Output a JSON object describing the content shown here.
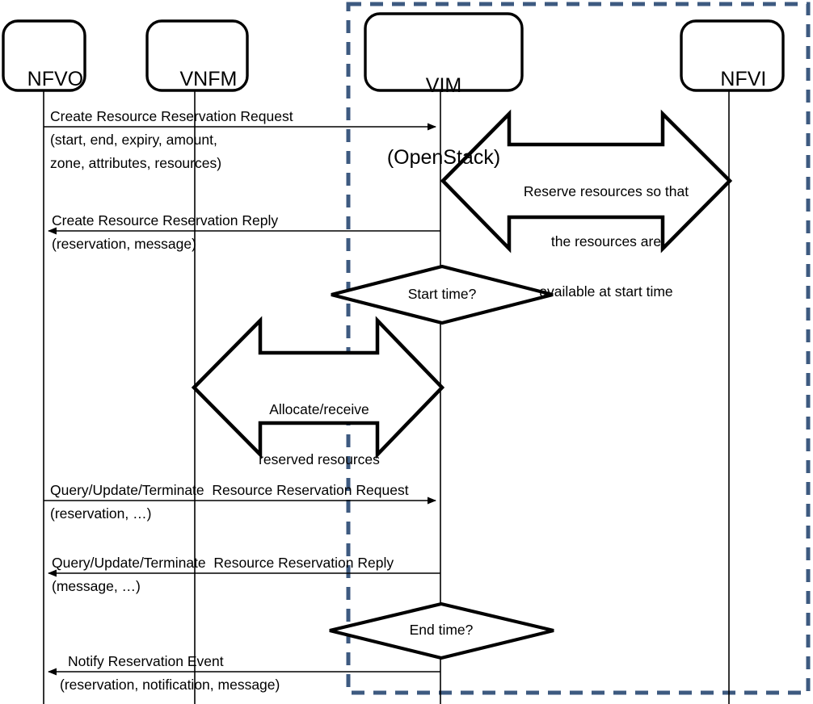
{
  "diagram": {
    "title_text": "",
    "type": "sequence-diagram",
    "colors": {
      "stroke": "#000000",
      "boundary_dash": "#3d5a80",
      "background": "#ffffff",
      "thin_line": "#000000"
    },
    "boundary": {
      "name": "vim-nfvi-boundary",
      "style": "dashed",
      "color": "#3d5a80"
    },
    "actors": [
      {
        "id": "nfvo",
        "line1": "NFVO",
        "line2": ""
      },
      {
        "id": "vnfm",
        "line1": "VNFM",
        "line2": ""
      },
      {
        "id": "vim",
        "line1": "VIM",
        "line2": "(OpenStack)"
      },
      {
        "id": "nfvi",
        "line1": "NFVI",
        "line2": ""
      }
    ],
    "messages": [
      {
        "id": "create-request",
        "line1": "Create Resource Reservation Request",
        "line2": "(start, end, expiry, amount,",
        "line3": "zone, attributes, resources)",
        "direction": "right",
        "from": "NFVO",
        "to": "VIM"
      },
      {
        "id": "create-reply",
        "line1": "Create Resource Reservation Reply",
        "line2": "(reservation, message)",
        "line3": "",
        "direction": "left",
        "from": "VIM",
        "to": "NFVO"
      },
      {
        "id": "qut-request",
        "line1": "Query/Update/Terminate  Resource Reservation Request",
        "line2": "(reservation, …)",
        "line3": "",
        "direction": "right",
        "from": "NFVO",
        "to": "VIM"
      },
      {
        "id": "qut-reply",
        "line1": "Query/Update/Terminate  Resource Reservation Reply",
        "line2": "(message, …)",
        "line3": "",
        "direction": "left",
        "from": "VIM",
        "to": "NFVO"
      },
      {
        "id": "notify-event",
        "line1": "Notify Reservation Event",
        "line2": "(reservation, notification, message)",
        "line3": "",
        "direction": "left",
        "from": "VIM",
        "to": "NFVO"
      }
    ],
    "double_arrows": [
      {
        "id": "reserve-resources",
        "line1": "Reserve resources so that",
        "line2": "the resources are",
        "line3": "available at start time",
        "between": "VIM ↔ NFVI"
      },
      {
        "id": "allocate-resources",
        "line1": "Allocate/receive",
        "line2": "reserved resources",
        "line3": "",
        "between": "VNFM ↔ VIM"
      }
    ],
    "decisions": [
      {
        "id": "start-time-decision",
        "label": "Start time?"
      },
      {
        "id": "end-time-decision",
        "label": "End time?"
      }
    ]
  }
}
